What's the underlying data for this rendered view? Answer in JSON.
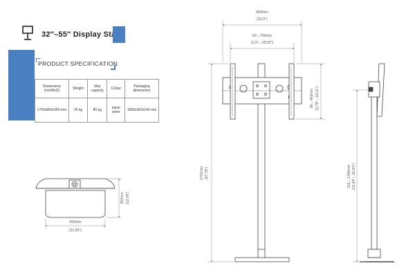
{
  "product": {
    "title": "32″–55″ Display Stand",
    "icon": "monitor-stand-icon"
  },
  "spec": {
    "heading": "PRODUCT SPECIFICATION",
    "columns": [
      "Dimensions (mmWxD)",
      "Weight",
      "Max capacity",
      "Colour",
      "Packaging dimensions"
    ],
    "values": [
      "1700x800x350 mm",
      "25 kg",
      "80 kg",
      "black silver",
      "1800x360x140 mm"
    ]
  },
  "dimensions": {
    "overall_width": "800mm",
    "overall_width_in": "(31,5″)",
    "vesa_range": "50↔750mm",
    "vesa_range_in": "(1,9″↔29,52″)",
    "bracket_height": "96↔463mm",
    "bracket_height_in": "(3,78″↔18,11″)",
    "total_height": "1722mm",
    "total_height_in": "(67,79″)",
    "adjust_height": "316↔1700mm",
    "adjust_height_in": "(12,44″↔66,93″)",
    "base_depth": "350mm",
    "base_depth_in": "(13,78″)",
    "base_width": "550mm",
    "base_width_in": "(21,65″)"
  },
  "colors": {
    "accent": "#4a7fc2",
    "line": "#444444"
  }
}
